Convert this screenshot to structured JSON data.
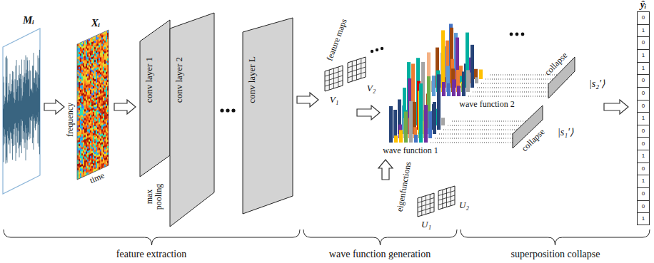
{
  "diagram": {
    "nodes": [
      {
        "text": [
          "ŷᵢ"
        ]
      },
      {
        "text": [
          "0"
        ],
        "in": 0
      },
      {
        "text": [
          "1"
        ],
        "in": 0
      },
      {
        "text": [
          "0"
        ],
        "in": 0
      },
      {
        "text": [
          "1"
        ],
        "in": 0
      },
      {
        "text": [
          "1"
        ],
        "in": 0
      },
      {
        "text": [
          "0"
        ],
        "in": 0
      },
      {
        "text": [
          "0"
        ],
        "in": 0
      },
      {
        "text": [
          "0"
        ],
        "in": 0
      },
      {
        "text": [
          "1"
        ],
        "in": 0
      },
      {
        "text": [
          "0"
        ],
        "in": 0
      },
      {
        "text": [
          "0"
        ],
        "in": 0
      },
      {
        "text": [
          "1"
        ],
        "in": 0
      },
      {
        "text": [
          "0"
        ],
        "in": 0
      },
      {
        "text": [
          "1"
        ],
        "in": 0
      },
      {
        "text": [
          "0"
        ],
        "in": 0
      },
      {
        "text": [
          "0"
        ],
        "in": 0
      },
      {
        "text": [
          "1"
        ],
        "in": 0
      }
    ],
    "labels": [
      "Mᵢ",
      "Xᵢ",
      "frequency",
      "time",
      "conv layer 1",
      "max pooling",
      "conv layer 2",
      "conv layer L",
      "feature maps",
      "V₁",
      "V₂",
      "wave function 2",
      "wave function 1",
      "eigenfunctions",
      "U₁",
      "U₂",
      "collapse",
      "|s₂′⟩",
      "collapse",
      "|s₁′⟩",
      "feature extraction",
      "wave function generation",
      "superposition collapse"
    ]
  }
}
